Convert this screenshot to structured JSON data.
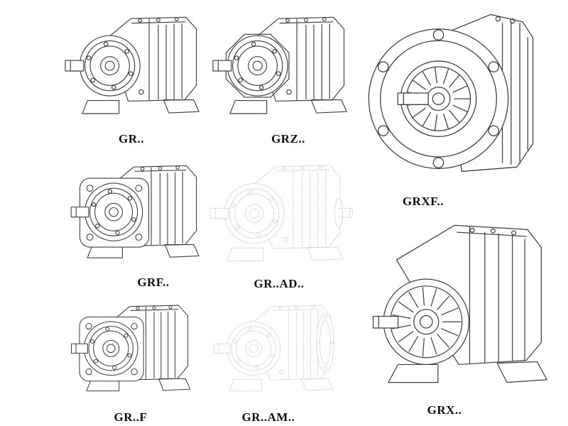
{
  "page": {
    "background": "#ffffff",
    "line_color": "#3f3f3f",
    "phantom_line_color": "#c7c7c7",
    "label_color": "#101010"
  },
  "catalog": {
    "items": [
      {
        "id": "gr",
        "label": "GR.."
      },
      {
        "id": "grz",
        "label": "GRZ.."
      },
      {
        "id": "grxf",
        "label": "GRXF.."
      },
      {
        "id": "grf",
        "label": "GRF.."
      },
      {
        "id": "gr-ad",
        "label": "GR..AD.."
      },
      {
        "id": "gr-f",
        "label": "GR..F"
      },
      {
        "id": "gr-am",
        "label": "GR..AM.."
      },
      {
        "id": "grx",
        "label": "GRX.."
      }
    ]
  }
}
